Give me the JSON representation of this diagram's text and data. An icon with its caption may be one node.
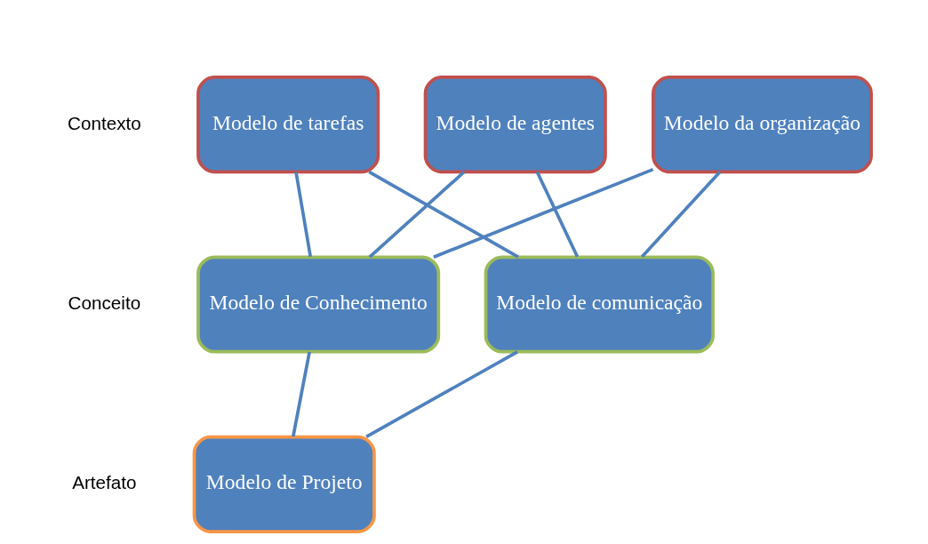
{
  "diagram": {
    "nodes": [
      {
        "text": [
          "Modelo da organização"
        ]
      },
      {
        "text": [
          "Modelo de tarefas"
        ]
      },
      {
        "text": [
          "Modelo de agentes"
        ]
      },
      {
        "text": [
          "Modelo de Conhecimento"
        ]
      },
      {
        "text": [
          "Modelo de comunicação"
        ]
      },
      {
        "text": [
          "Modelo de Projeto"
        ]
      }
    ],
    "edges": [
      {
        "from": 0,
        "to": 3,
        "arrow": "none"
      },
      {
        "from": 0,
        "to": 4,
        "arrow": "none"
      },
      {
        "from": 1,
        "to": 3,
        "arrow": "none"
      },
      {
        "from": 1,
        "to": 4,
        "arrow": "none"
      },
      {
        "from": 2,
        "to": 3,
        "arrow": "none"
      },
      {
        "from": 2,
        "to": 4,
        "arrow": "none"
      },
      {
        "from": 3,
        "to": 5,
        "arrow": "none"
      },
      {
        "from": 4,
        "to": 5,
        "arrow": "none"
      }
    ],
    "labels": [
      "Contexto",
      "Conceito",
      "Artefato"
    ]
  }
}
